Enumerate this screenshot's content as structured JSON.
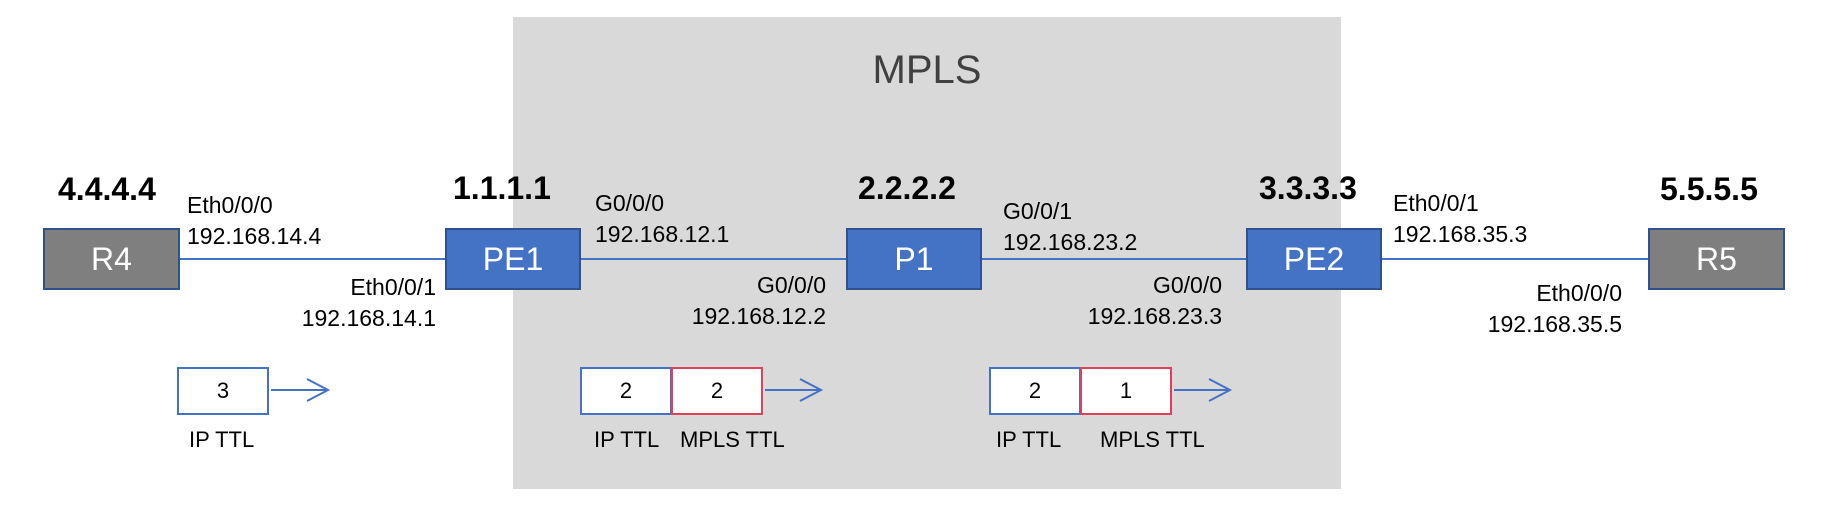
{
  "region": {
    "title": "MPLS"
  },
  "nodes": {
    "r4": {
      "label": "R4",
      "router_id": "4.4.4.4"
    },
    "pe1": {
      "label": "PE1",
      "router_id": "1.1.1.1"
    },
    "p1": {
      "label": "P1",
      "router_id": "2.2.2.2"
    },
    "pe2": {
      "label": "PE2",
      "router_id": "3.3.3.3"
    },
    "r5": {
      "label": "R5",
      "router_id": "5.5.5.5"
    }
  },
  "interfaces": {
    "r4_if": {
      "name": "Eth0/0/0",
      "ip": "192.168.14.4"
    },
    "pe1_r4_if": {
      "name": "Eth0/0/1",
      "ip": "192.168.14.1"
    },
    "pe1_p1_if": {
      "name": "G0/0/0",
      "ip": "192.168.12.1"
    },
    "p1_pe1_if": {
      "name": "G0/0/0",
      "ip": "192.168.12.2"
    },
    "p1_pe2_if": {
      "name": "G0/0/1",
      "ip": "192.168.23.2"
    },
    "pe2_p1_if": {
      "name": "G0/0/0",
      "ip": "192.168.23.3"
    },
    "pe2_r5_if": {
      "name": "Eth0/0/1",
      "ip": "192.168.35.3"
    },
    "r5_if": {
      "name": "Eth0/0/0",
      "ip": "192.168.35.5"
    }
  },
  "packets": {
    "hop1": {
      "ip_ttl": "3",
      "ip_ttl_label": "IP TTL"
    },
    "hop2": {
      "ip_ttl": "2",
      "mpls_ttl": "2",
      "ip_ttl_label": "IP TTL",
      "mpls_ttl_label": "MPLS TTL"
    },
    "hop3": {
      "ip_ttl": "2",
      "mpls_ttl": "1",
      "ip_ttl_label": "IP TTL",
      "mpls_ttl_label": "MPLS TTL"
    }
  },
  "colors": {
    "provider_node": "#4472c4",
    "customer_node": "#7f7f7f",
    "link": "#4472c4",
    "mpls_box_border": "#e0405a",
    "region_fill": "#d9d9d9"
  }
}
